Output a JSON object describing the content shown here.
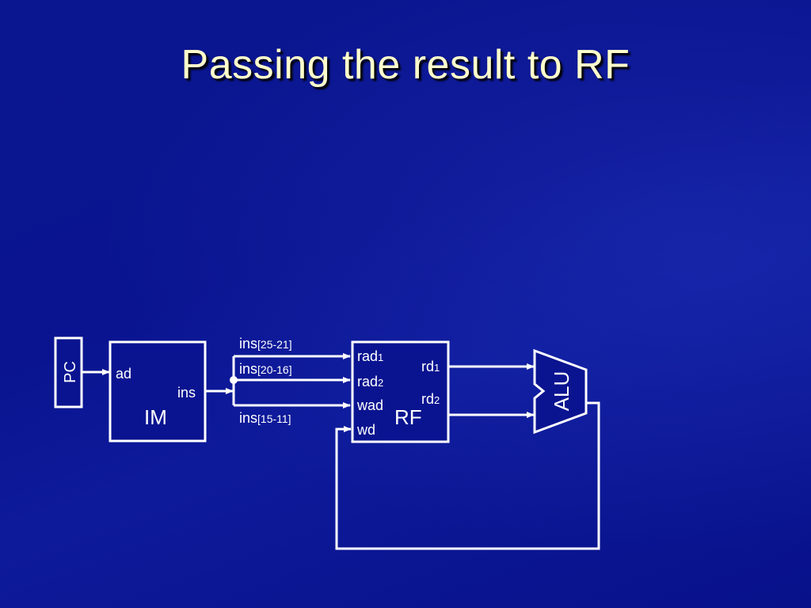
{
  "title": "Passing the result to RF",
  "diagram": {
    "pc_label": "PC",
    "im": {
      "label": "IM",
      "port_ad": "ad",
      "port_ins": "ins"
    },
    "wires": {
      "rs": {
        "base": "ins",
        "sub": "[25-21]"
      },
      "rt": {
        "base": "ins",
        "sub": "[20-16]"
      },
      "rd": {
        "base": "ins",
        "sub": "[15-11]"
      }
    },
    "rf": {
      "label": "RF",
      "rad1": {
        "base": "rad",
        "sub": "1"
      },
      "rad2": {
        "base": "rad",
        "sub": "2"
      },
      "wad": "wad",
      "wd": "wd",
      "rd1": {
        "base": "rd",
        "sub": "1"
      },
      "rd2": {
        "base": "rd",
        "sub": "2"
      }
    },
    "alu_label": "ALU"
  }
}
